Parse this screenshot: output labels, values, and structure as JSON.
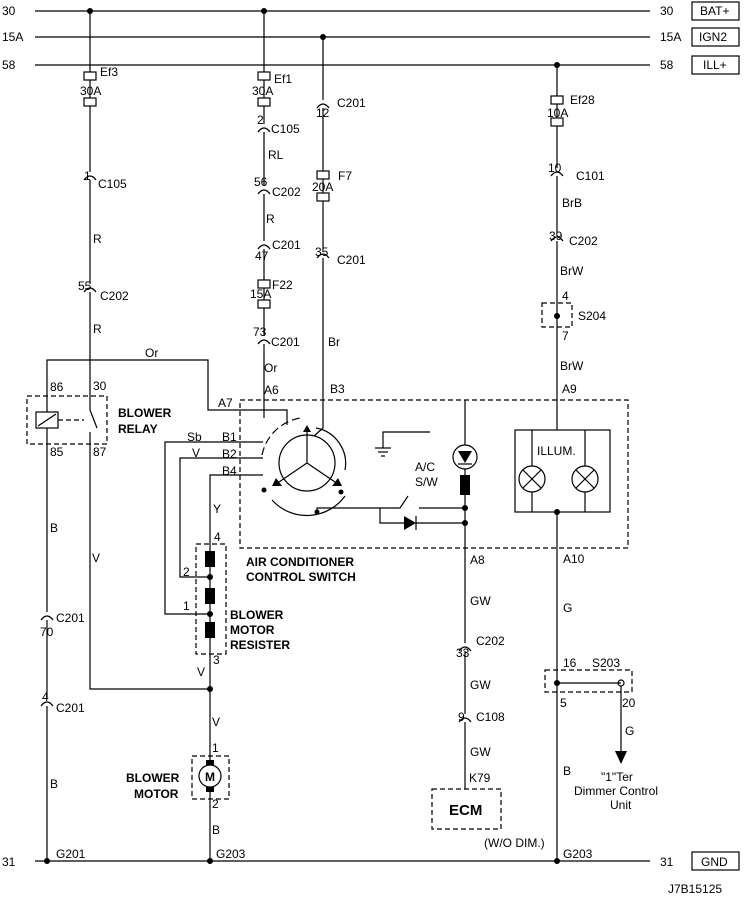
{
  "buses": {
    "bat": {
      "left": "30",
      "right": "30",
      "tag": "BAT+"
    },
    "ign": {
      "left": "15A",
      "right": "15A",
      "tag": "IGN2"
    },
    "ill": {
      "left": "58",
      "right": "58",
      "tag": "ILL+"
    },
    "gnd": {
      "left": "31",
      "right": "31",
      "tag": "GND"
    }
  },
  "left_branch": {
    "fuse_name": "Ef3",
    "fuse_rating": "30A",
    "c105_pin": "1",
    "c105": "C105",
    "wire1": "R",
    "c202_pin": "55",
    "c202": "C202",
    "wire2": "R"
  },
  "center_branch": {
    "fuse_name": "Ef1",
    "fuse_rating": "30A",
    "c105_pin": "2",
    "c105": "C105",
    "wire1": "RL",
    "c202_pin": "56",
    "c202": "C202",
    "wire2": "R",
    "c201_pin": "47",
    "c201": "C201",
    "fuse2_name": "F22",
    "fuse2_rating": "15A",
    "c201b_pin": "73",
    "c201b": "C201",
    "wire3": "Or",
    "pin": "A6"
  },
  "ign_branch": {
    "c201_pin": "12",
    "c201": "C201",
    "fuse_name": "F7",
    "fuse_rating": "20A",
    "c201b_pin": "35",
    "c201b": "C201",
    "wire": "Br",
    "pin": "B3"
  },
  "right_branch": {
    "fuse_name": "Ef28",
    "fuse_rating": "10A",
    "c101_pin": "10",
    "c101": "C101",
    "wire1": "BrB",
    "c202_pin": "39",
    "c202": "C202",
    "wire2": "BrW",
    "s204_pin_top": "4",
    "s204": "S204",
    "s204_pin_bot": "7",
    "wire3": "BrW",
    "pin": "A9",
    "illum": "ILLUM.",
    "pin_out": "A10",
    "wire4": "G",
    "s203_pin_left": "16",
    "s203": "S203",
    "s203_pin_out": "20",
    "s203_pin_down": "5",
    "wire5": "G",
    "wire6": "B",
    "dimmer_l1": "\"1\"Ter",
    "dimmer_l2": "Dimmer Control",
    "dimmer_l3": "Unit",
    "ground": "G203"
  },
  "relay": {
    "title_l1": "BLOWER",
    "title_l2": "RELAY",
    "pin86": "86",
    "pin30": "30",
    "pin85": "85",
    "pin87": "87",
    "wire_or": "Or",
    "pin_a7": "A7"
  },
  "switch": {
    "title_l1": "AIR CONDITIONER",
    "title_l2": "CONTROL SWITCH",
    "sb": "Sb",
    "b1": "B1",
    "v": "V",
    "b2": "B2",
    "b4": "B4",
    "ac_l1": "A/C",
    "ac_l2": "S/W",
    "pin_a8": "A8"
  },
  "resister": {
    "title_l1": "BLOWER",
    "title_l2": "MOTOR",
    "title_l3": "RESISTER",
    "wire_y": "Y",
    "pin4": "4",
    "pin2": "2",
    "pin1": "1",
    "pin3": "3"
  },
  "relay_out": {
    "wire_b": "B",
    "c201_pin": "70",
    "c201": "C201",
    "c201b_pin": "4",
    "c201b": "C201",
    "wire_b2": "B",
    "ground": "G201",
    "wire_v": "V"
  },
  "motor": {
    "title_l1": "BLOWER",
    "title_l2": "MOTOR",
    "symbol": "M",
    "wire_v1": "V",
    "wire_v2": "V",
    "pin1": "1",
    "pin2": "2",
    "wire_b": "B",
    "ground": "G203"
  },
  "ecm": {
    "wire1": "GW",
    "c202_pin": "33",
    "c202": "C202",
    "wire2": "GW",
    "c108_pin": "9",
    "c108": "C108",
    "wire3": "GW",
    "pin": "K79",
    "label": "ECM",
    "note": "(W/O DIM.)"
  },
  "footer": {
    "code": "J7B15125"
  }
}
